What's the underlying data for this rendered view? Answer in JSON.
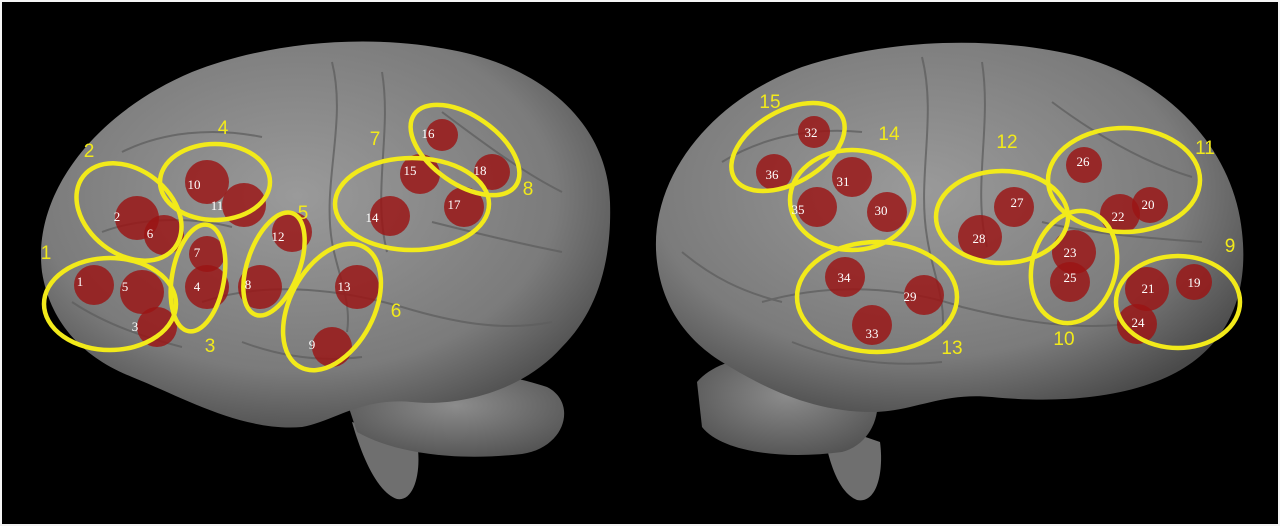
{
  "colors": {
    "background": "#000000",
    "brain": "#8a8a8a",
    "roi": "#9b1414",
    "cluster": "#f2ea1a",
    "label": "#ffffff"
  },
  "rois": [
    "1",
    "2",
    "3",
    "4",
    "5",
    "6",
    "7",
    "8",
    "9",
    "10",
    "11",
    "12",
    "13",
    "14",
    "15",
    "16",
    "17",
    "18",
    "19",
    "20",
    "21",
    "22",
    "23",
    "24",
    "25",
    "26",
    "27",
    "28",
    "29",
    "30",
    "31",
    "32",
    "33",
    "34",
    "35",
    "36"
  ],
  "clusters": [
    "1",
    "2",
    "3",
    "4",
    "5",
    "6",
    "7",
    "8",
    "9",
    "10",
    "11",
    "12",
    "13",
    "14",
    "15"
  ]
}
